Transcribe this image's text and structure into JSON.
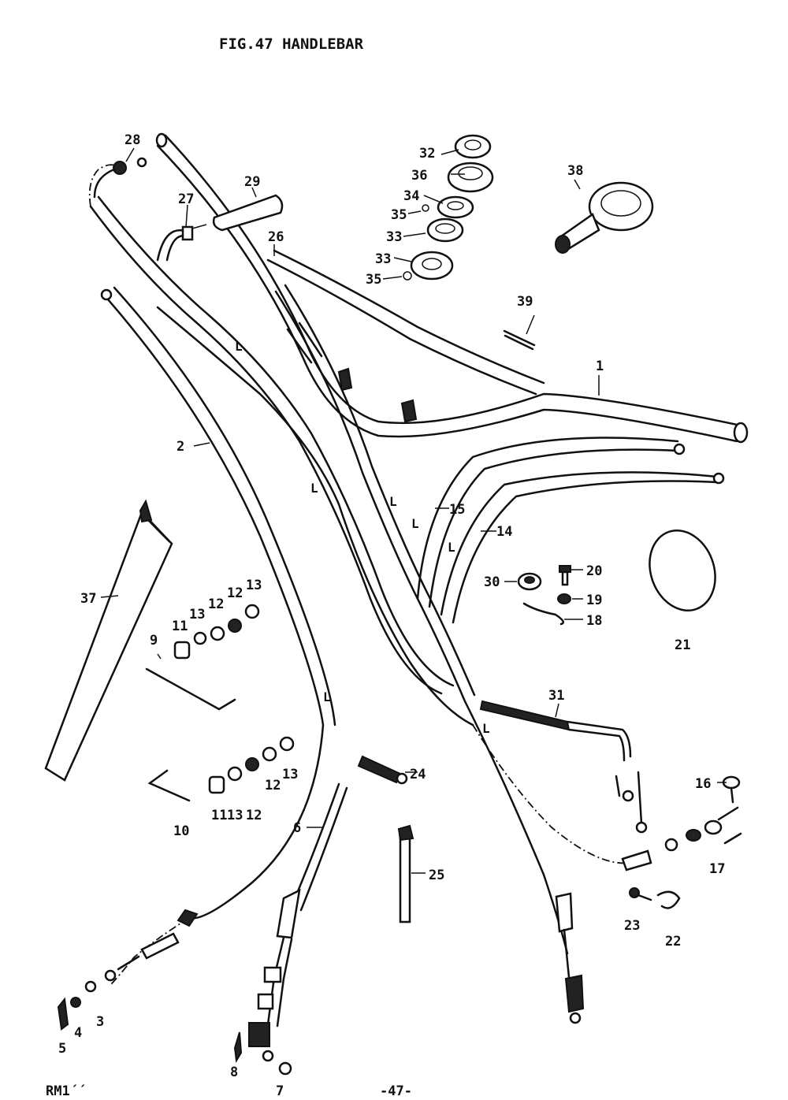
{
  "figure": {
    "title": "FIG.47  HANDLEBAR",
    "footer_left": "RM1´´",
    "footer_page": "-47-"
  },
  "callouts": [
    {
      "id": "c1",
      "text": "1"
    },
    {
      "id": "c2",
      "text": "2"
    },
    {
      "id": "c3",
      "text": "3"
    },
    {
      "id": "c4",
      "text": "4"
    },
    {
      "id": "c5",
      "text": "5"
    },
    {
      "id": "c6",
      "text": "6"
    },
    {
      "id": "c7",
      "text": "7"
    },
    {
      "id": "c8",
      "text": "8"
    },
    {
      "id": "c9",
      "text": "9"
    },
    {
      "id": "c10",
      "text": "10"
    },
    {
      "id": "c11a",
      "text": "11"
    },
    {
      "id": "c11b",
      "text": "11"
    },
    {
      "id": "c12a",
      "text": "12"
    },
    {
      "id": "c12b",
      "text": "12"
    },
    {
      "id": "c12c",
      "text": "12"
    },
    {
      "id": "c12d",
      "text": "12"
    },
    {
      "id": "c13a",
      "text": "13"
    },
    {
      "id": "c13b",
      "text": "13"
    },
    {
      "id": "c13c",
      "text": "13"
    },
    {
      "id": "c13d",
      "text": "13"
    },
    {
      "id": "c14",
      "text": "14"
    },
    {
      "id": "c15",
      "text": "15"
    },
    {
      "id": "c16",
      "text": "16"
    },
    {
      "id": "c17",
      "text": "17"
    },
    {
      "id": "c18",
      "text": "18"
    },
    {
      "id": "c19",
      "text": "19"
    },
    {
      "id": "c20",
      "text": "20"
    },
    {
      "id": "c21",
      "text": "21"
    },
    {
      "id": "c22",
      "text": "22"
    },
    {
      "id": "c23",
      "text": "23"
    },
    {
      "id": "c24",
      "text": "24"
    },
    {
      "id": "c25",
      "text": "25"
    },
    {
      "id": "c26",
      "text": "26"
    },
    {
      "id": "c27",
      "text": "27"
    },
    {
      "id": "c28",
      "text": "28"
    },
    {
      "id": "c29",
      "text": "29"
    },
    {
      "id": "c30",
      "text": "30"
    },
    {
      "id": "c31",
      "text": "31"
    },
    {
      "id": "c32",
      "text": "32"
    },
    {
      "id": "c33a",
      "text": "33"
    },
    {
      "id": "c33b",
      "text": "33"
    },
    {
      "id": "c34",
      "text": "34"
    },
    {
      "id": "c35a",
      "text": "35"
    },
    {
      "id": "c35b",
      "text": "35"
    },
    {
      "id": "c36",
      "text": "36"
    },
    {
      "id": "c37",
      "text": "37"
    },
    {
      "id": "c38",
      "text": "38"
    },
    {
      "id": "c39",
      "text": "39"
    }
  ],
  "length_marks": [
    {
      "id": "L1",
      "text": "L"
    },
    {
      "id": "L2",
      "text": "L"
    },
    {
      "id": "L3",
      "text": "L"
    },
    {
      "id": "L4",
      "text": "L"
    },
    {
      "id": "L5",
      "text": "L"
    },
    {
      "id": "L6",
      "text": "L"
    },
    {
      "id": "L7",
      "text": "L"
    }
  ]
}
